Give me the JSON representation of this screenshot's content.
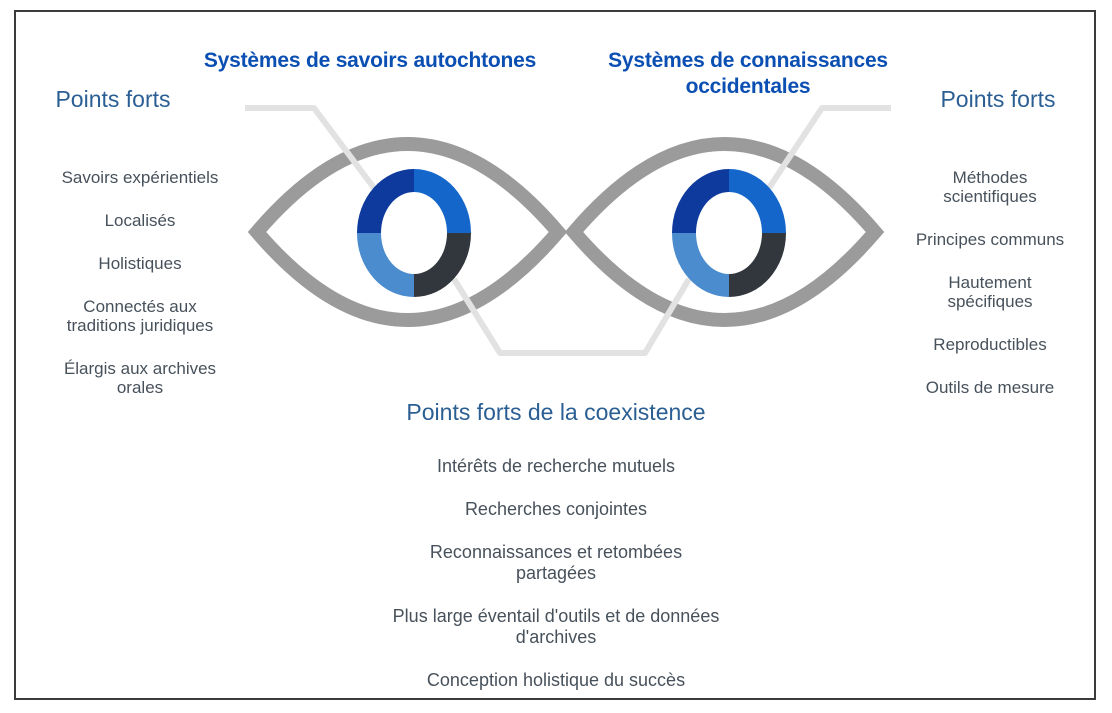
{
  "titles": {
    "left": "Systèmes de savoirs autochtones",
    "right": "Systèmes de connaissances occidentales"
  },
  "left_panel": {
    "heading": "Points forts",
    "items": [
      "Savoirs expérientiels",
      "Localisés",
      "Holistiques",
      "Connectés aux traditions juridiques",
      "Élargis aux archives orales"
    ]
  },
  "right_panel": {
    "heading": "Points forts",
    "items": [
      "Méthodes scientifiques",
      "Principes communs",
      "Hautement spécifiques",
      "Reproductibles",
      "Outils de mesure"
    ]
  },
  "coexistence_panel": {
    "heading": "Points forts de la coexistence",
    "items": [
      "Intérêts de recherche mutuels",
      "Recherches conjointes",
      "Reconnaissances et retombées partagées",
      "Plus large éventail d'outils et de données d'archives",
      "Conception holistique du succès"
    ]
  },
  "colors": {
    "title_blue": "#0b4fb3",
    "heading_blue": "#2b5f94",
    "body_text": "#47515b",
    "eye_gray": "#9b9b9b",
    "callout_gray": "#e2e2e2",
    "donut_dark_blue": "#0d3a9c",
    "donut_bright_blue": "#1566cb",
    "donut_light_blue": "#4a8ccd",
    "donut_charcoal": "#31373d",
    "frame_border": "#3b3b3b"
  }
}
